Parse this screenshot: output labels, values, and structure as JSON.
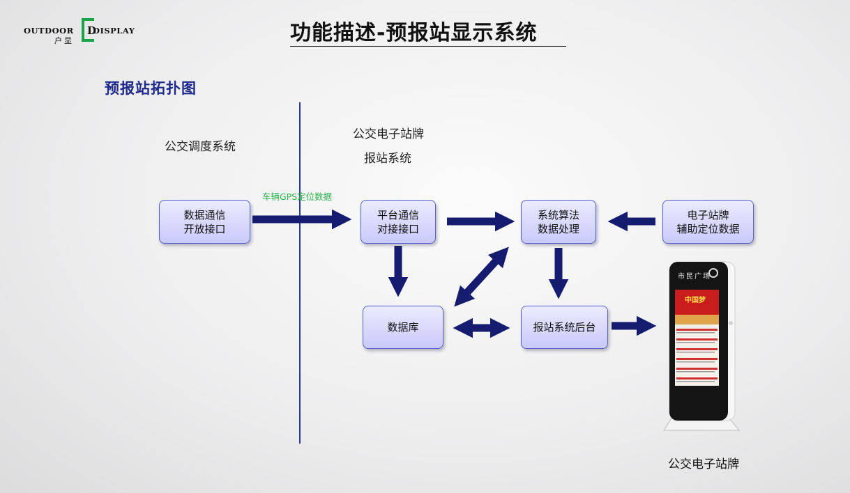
{
  "logo": {
    "en_left": "OUTDOOR",
    "en_right": "DISPLAY",
    "cn": "户显",
    "brand_color": "#1aa34a"
  },
  "header": {
    "title": "功能描述-预报站显示系统"
  },
  "subtitle": "预报站拓扑图",
  "sections": {
    "left": "公交调度系统",
    "right_line1": "公交电子站牌",
    "right_line2": "报站系统"
  },
  "edge_label": "车辆GPS定位数据",
  "nodes": {
    "data_comm": [
      "数据通信",
      "开放接口"
    ],
    "platform_comm": [
      "平台通信",
      "对接接口"
    ],
    "algorithm": [
      "系统算法",
      "数据处理"
    ],
    "aux_data": [
      "电子站牌",
      "辅助定位数据"
    ],
    "database": [
      "数据库"
    ],
    "backend": [
      "报站系统后台"
    ]
  },
  "kiosk": {
    "header_text": "市民广场",
    "banner_text": "中国梦"
  },
  "caption": "公交电子站牌",
  "colors": {
    "arrow": "#151b6e",
    "divider": "#2b3a9e",
    "node_border": "#5560c8",
    "label_green": "#2bb24c"
  }
}
